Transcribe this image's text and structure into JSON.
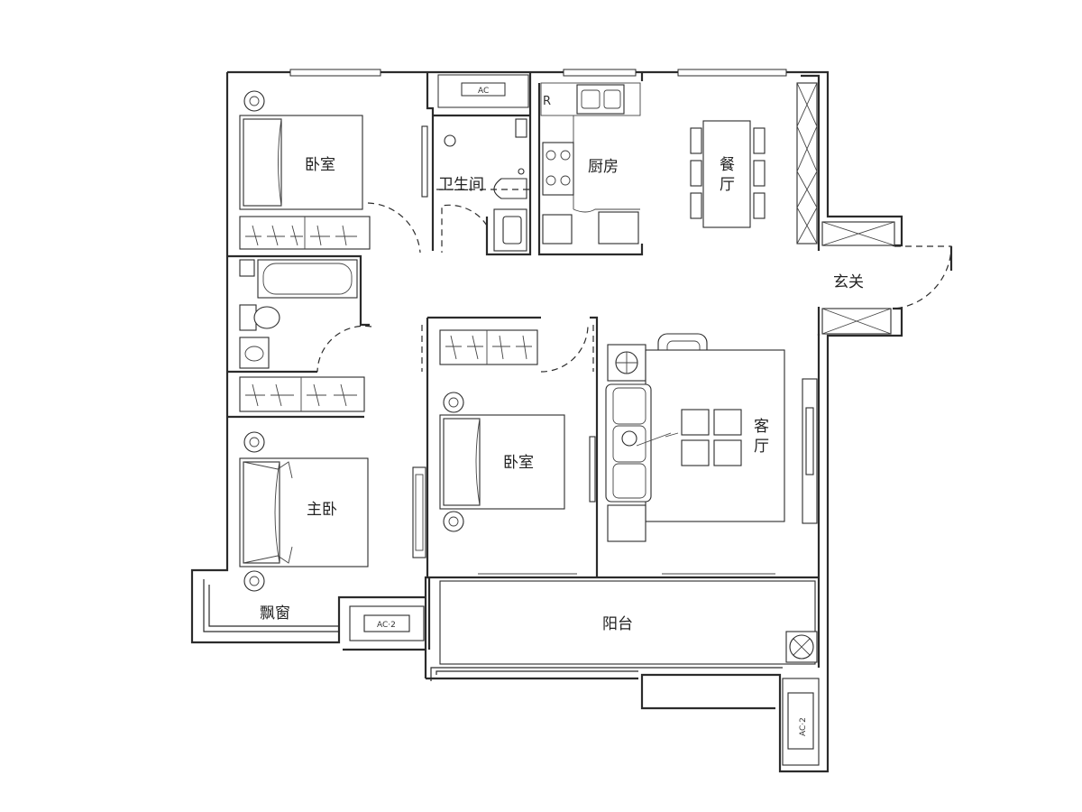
{
  "rooms": {
    "bedroom_top": "卧室",
    "bathroom": "卫生间",
    "kitchen": "厨房",
    "dining_1": "餐",
    "dining_2": "厅",
    "entry": "玄关",
    "bedroom_mid": "卧室",
    "master_bedroom": "主卧",
    "living_1": "客",
    "living_2": "厅",
    "bay_window": "飘窗",
    "balcony": "阳台"
  },
  "fixtures": {
    "ac_top": "AC",
    "ac_bottom": "AC·2",
    "ac_right": "AC·2",
    "fridge_mark": "R"
  }
}
